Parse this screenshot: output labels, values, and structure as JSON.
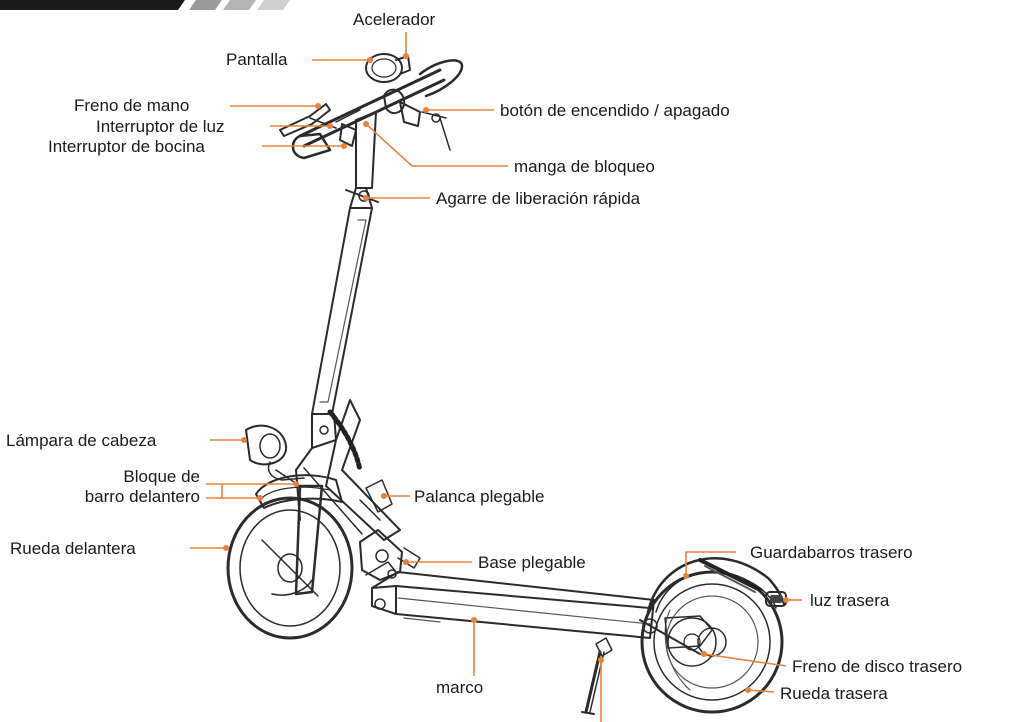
{
  "accent_color": "#e8823a",
  "line_color": "#2b2b2b",
  "labels": {
    "acelerador": "Acelerador",
    "pantalla": "Pantalla",
    "freno_mano": "Freno de mano",
    "interruptor_luz": "Interruptor de luz",
    "interruptor_bocina": "Interruptor de bocina",
    "boton_encendido": "botón de encendido / apagado",
    "manga_bloqueo": "manga de bloqueo",
    "agarre_liberacion": "Agarre de liberación rápida",
    "lampara_cabeza": "Lámpara de cabeza",
    "bloque_barro_1": "Bloque de",
    "bloque_barro_2": "barro delantero",
    "palanca_plegable": "Palanca plegable",
    "rueda_delantera": "Rueda delantera",
    "base_plegable": "Base plegable",
    "guardabarros_trasero": "Guardabarros trasero",
    "luz_trasera": "luz trasera",
    "freno_disco_trasero": "Freno de disco trasero",
    "rueda_trasera": "Rueda trasera",
    "marco": "marco"
  }
}
